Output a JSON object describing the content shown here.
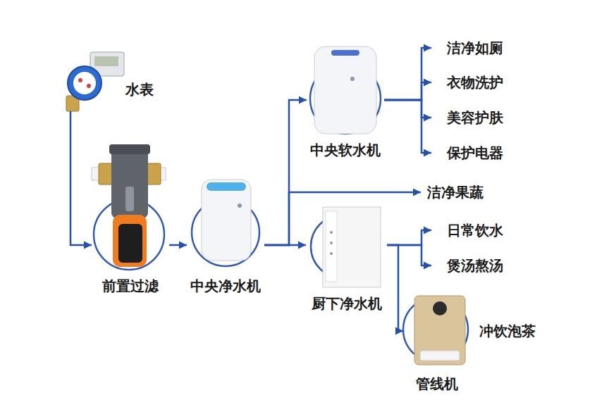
{
  "diagram": {
    "nodes": [
      {
        "text": [
          "水表"
        ]
      },
      {
        "text": [
          "前置过滤"
        ]
      },
      {
        "text": [
          "中央净水机"
        ]
      },
      {
        "text": [
          "中央软水机"
        ]
      },
      {
        "text": [
          "洁净如厕"
        ]
      },
      {
        "text": [
          "衣物洗护"
        ]
      },
      {
        "text": [
          "美容护肤"
        ]
      },
      {
        "text": [
          "保护电器"
        ]
      },
      {
        "text": [
          "洁净果蔬"
        ]
      },
      {
        "text": [
          "厨下净水机"
        ]
      },
      {
        "text": [
          "日常饮水"
        ]
      },
      {
        "text": [
          "煲汤熬汤"
        ]
      },
      {
        "text": [
          "管线机"
        ]
      }
    ],
    "edges": [
      {
        "from": 0,
        "to": 1,
        "arrow": "to"
      },
      {
        "from": 1,
        "to": 2,
        "arrow": "to"
      },
      {
        "from": 2,
        "to": 3,
        "arrow": "to"
      },
      {
        "from": 2,
        "to": 8,
        "arrow": "to"
      },
      {
        "from": 2,
        "to": 9,
        "arrow": "to"
      },
      {
        "from": 3,
        "to": 4,
        "arrow": "to"
      },
      {
        "from": 3,
        "to": 5,
        "arrow": "to"
      },
      {
        "from": 3,
        "to": 6,
        "arrow": "to"
      },
      {
        "from": 3,
        "to": 7,
        "arrow": "to"
      },
      {
        "from": 9,
        "to": 10,
        "arrow": "to"
      },
      {
        "from": 9,
        "to": 11,
        "arrow": "to"
      },
      {
        "from": 9,
        "to": 12,
        "arrow": "to"
      }
    ],
    "labels": [
      "冲饮泡茶"
    ]
  }
}
